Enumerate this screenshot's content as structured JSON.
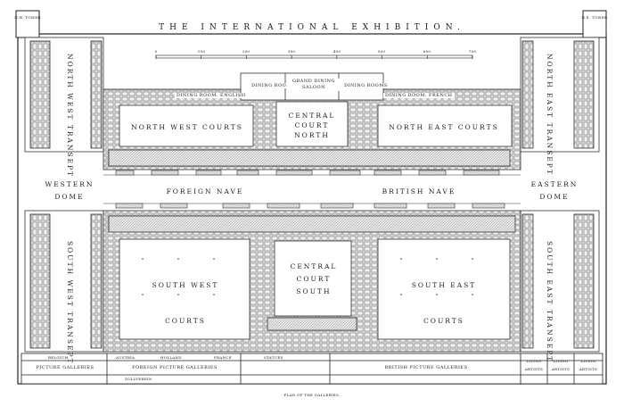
{
  "title": "THE INTERNATIONAL EXHIBITION.",
  "caption": "PLAN OF THE GALLERIES.",
  "towers": {
    "nw": "N.W. TOWER",
    "ne": "N.E. TOWER"
  },
  "scale_ticks": [
    "0",
    "100",
    "200",
    "300",
    "400",
    "500",
    "600",
    "700"
  ],
  "areas": {
    "north_west_transept": "NORTH WEST TRANSEPT",
    "north_east_transept": "NORTH EAST TRANSEPT",
    "south_west_transept": "SOUTH WEST TRANSEPT",
    "south_east_transept": "SOUTH EAST TRANSEPT",
    "north_west_courts": "NORTH WEST COURTS",
    "north_east_courts": "NORTH EAST COURTS",
    "central_court_north": "CENTRAL COURT NORTH",
    "central_court_south": "CENTRAL COURT SOUTH",
    "south_west_courts": "SOUTH WEST COURTS",
    "south_east_courts": "SOUTH EAST COURTS",
    "western_dome": "WESTERN DOME",
    "eastern_dome": "EASTERN DOME",
    "foreign_nave": "FOREIGN NAVE",
    "british_nave": "BRITISH NAVE",
    "grand_dining_saloon": "GRAND DINING SALOON",
    "dining_rooms": "DINING ROOMS",
    "dining_room_english": "DINING ROOM. ENGLISH",
    "dining_room_french": "DINING ROOM. FRENCH"
  },
  "bottom_row": {
    "left_picture_galleries": "PICTURE GALLERIES",
    "foreign_picture_galleries": "FOREIGN PICTURE GALLERIES",
    "british_picture_galleries": "BRITISH PICTURE GALLERIES",
    "living_artists": "LIVING ARTISTS",
    "belgium": "BELGIUM",
    "austria": "AUSTRIA",
    "holland": "HOLLAND",
    "france": "FRANCE",
    "zollverein": "ZOLLVEREIN",
    "statues": "STATUES"
  }
}
